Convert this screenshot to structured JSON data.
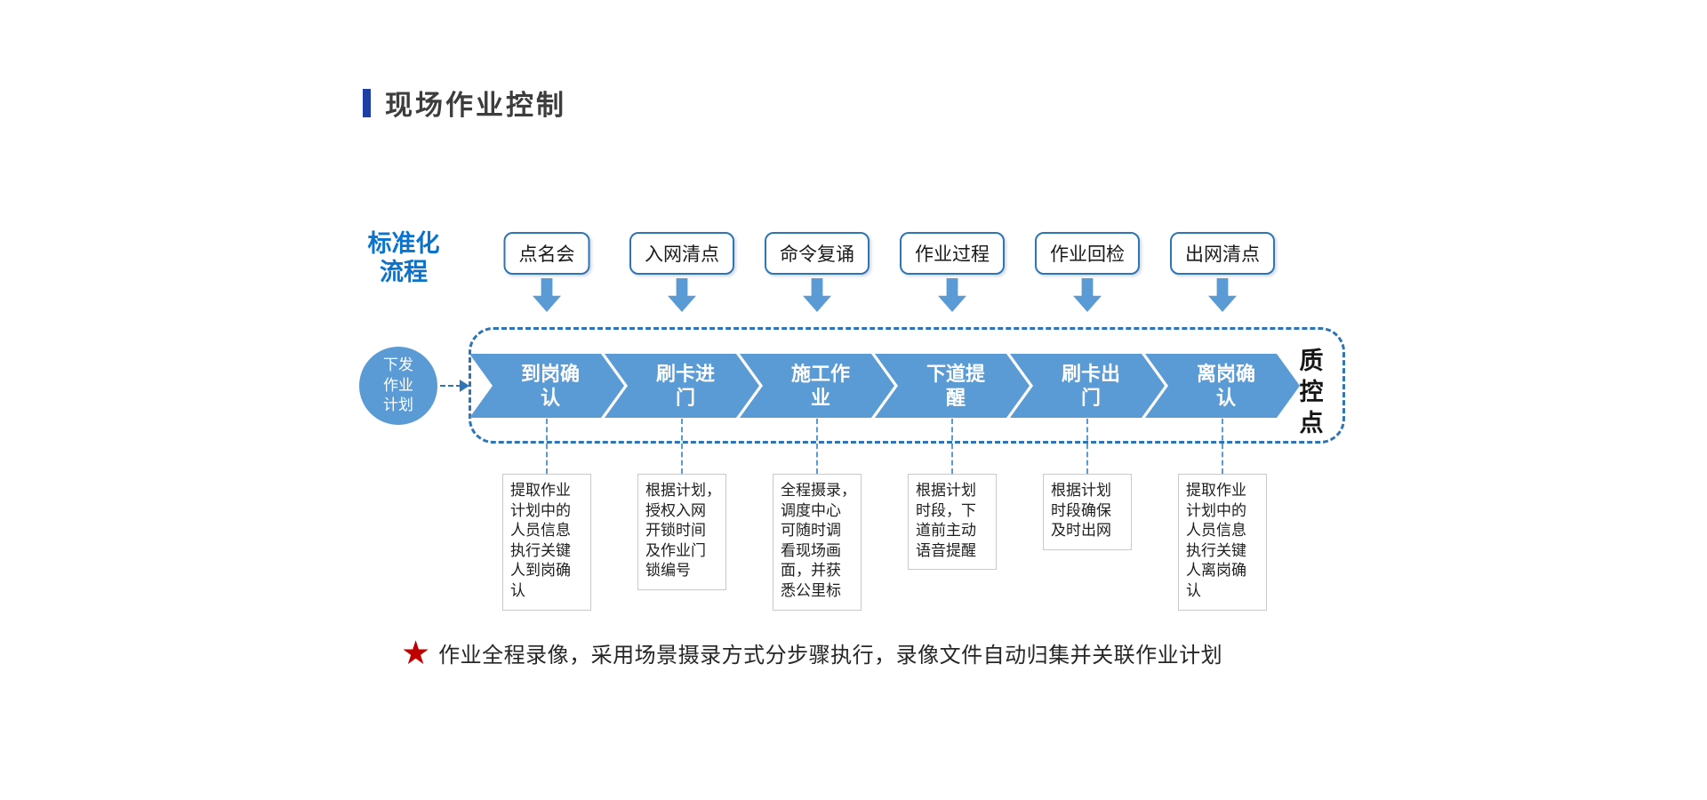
{
  "title": "现场作业控制",
  "labels": {
    "standard_process": "标准化\n流程",
    "quality_control": "质控点"
  },
  "start": {
    "label": "下发\n作业\n计划"
  },
  "stages": [
    {
      "label": "点名会"
    },
    {
      "label": "入网清点"
    },
    {
      "label": "命令复诵"
    },
    {
      "label": "作业过程"
    },
    {
      "label": "作业回检"
    },
    {
      "label": "出网清点"
    }
  ],
  "steps": [
    {
      "label": "到岗确\n认",
      "description": "提取作业\n计划中的\n人员信息\n执行关键\n人到岗确\n认"
    },
    {
      "label": "刷卡进\n门",
      "description": "根据计划，\n授权入网\n开锁时间\n及作业门\n锁编号"
    },
    {
      "label": "施工作\n业",
      "description": "全程摄录，\n调度中心\n可随时调\n看现场画\n面，并获\n悉公里标"
    },
    {
      "label": "下道提\n醒",
      "description": "根据计划\n时段，下\n道前主动\n语音提醒"
    },
    {
      "label": "刷卡出\n门",
      "description": "根据计划\n时段确保\n及时出网"
    },
    {
      "label": "离岗确\n认",
      "description": "提取作业\n计划中的\n人员信息\n执行关键\n人离岗确\n认"
    }
  ],
  "note": {
    "star_icon": "★",
    "text": "作业全程录像，采用场景摄录方式分步骤执行，录像文件自动归集并关联作业计划"
  },
  "colors": {
    "accent_navy": "#1c3ea5",
    "process_blue": "#5b9bd5",
    "border_blue": "#2e75b6",
    "label_blue": "#0973ce",
    "star_red": "#c00000"
  }
}
